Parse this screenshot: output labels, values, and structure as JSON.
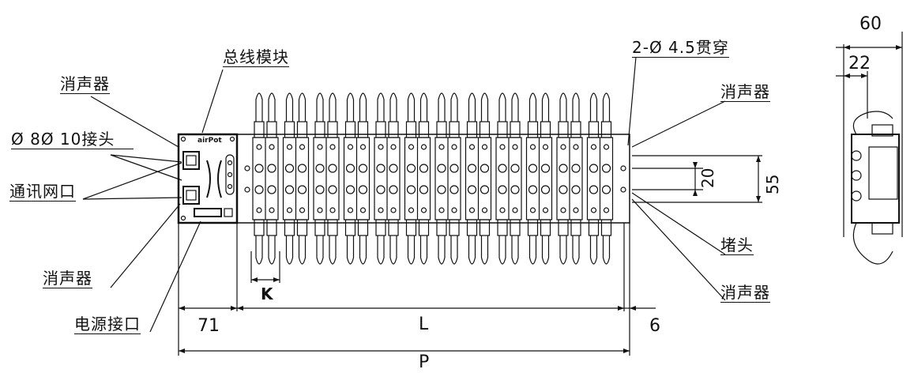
{
  "callouts": {
    "muffler_top_left": "消声器",
    "bus_module": "总线模块",
    "connector": "Ø 8Ø 10接头",
    "network_port": "通讯网口",
    "muffler_bottom_left": "消声器",
    "power_port": "电源接口",
    "through_hole": "2-Ø 4.5贯穿",
    "muffler_top_right": "消声器",
    "plug": "堵头",
    "muffler_bottom_right": "消声器"
  },
  "dimensions": {
    "k": "K",
    "d71": "71",
    "l": "L",
    "d6": "6",
    "p": "P",
    "d20": "20",
    "d55": "55",
    "d60": "60",
    "d22": "22"
  },
  "module_logo": "airPot",
  "valve_count": 12
}
